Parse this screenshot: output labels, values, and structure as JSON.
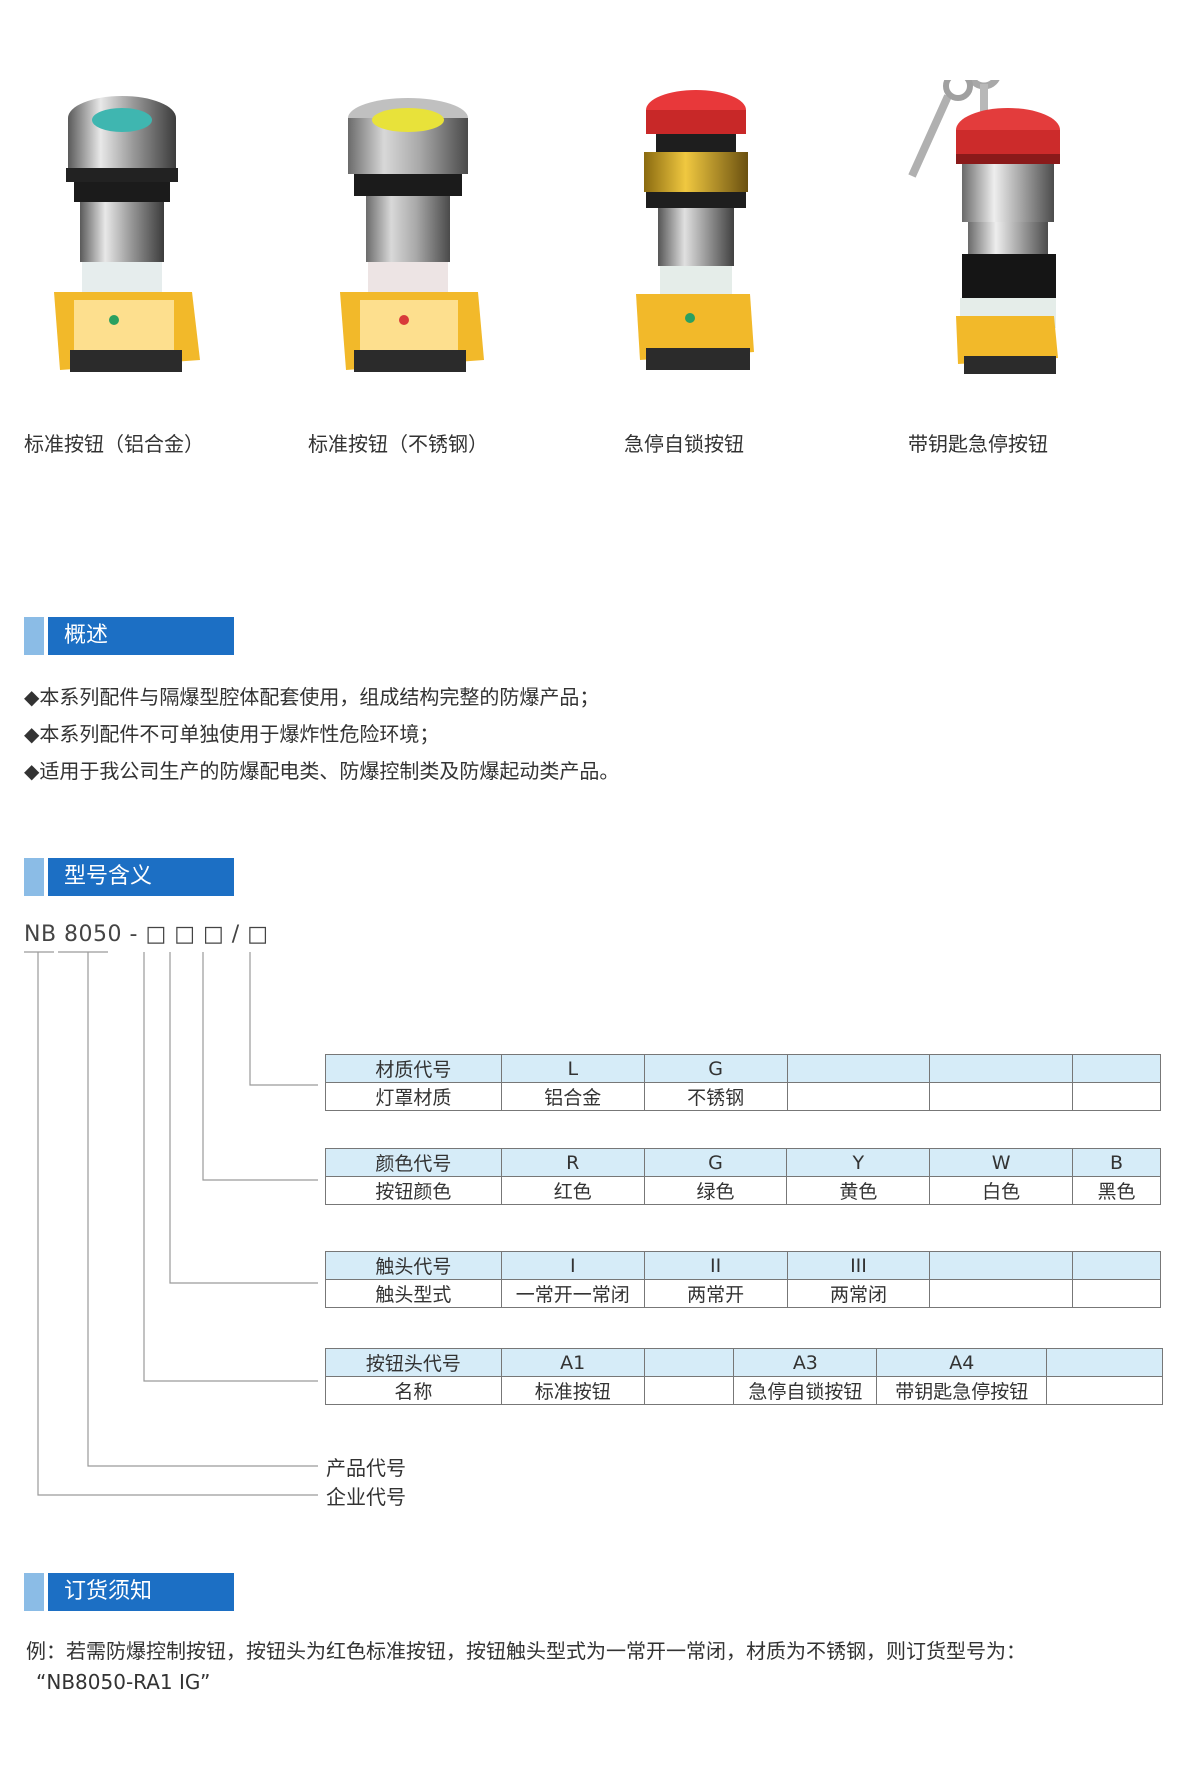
{
  "products": [
    {
      "caption": "标准按钮（铝合金）"
    },
    {
      "caption": "标准按钮（不锈钢）"
    },
    {
      "caption": "急停自锁按钮"
    },
    {
      "caption": "带钥匙急停按钮"
    }
  ],
  "overview": {
    "title": "概述",
    "lines": [
      "◆本系列配件与隔爆型腔体配套使用，组成结构完整的防爆产品；",
      "◆本系列配件不可单独使用于爆炸性危险环境；",
      "◆适用于我公司生产的防爆配电类、防爆控制类及防爆起动类产品。"
    ]
  },
  "model": {
    "title": "型号含义",
    "code": "NB 8050 - □ □ □ / □",
    "tables": {
      "material": {
        "code_row": [
          "材质代号",
          "L",
          "G",
          "",
          "",
          ""
        ],
        "name_row": [
          "灯罩材质",
          "铝合金",
          "不锈钢",
          "",
          "",
          ""
        ]
      },
      "color": {
        "code_row": [
          "颜色代号",
          "R",
          "G",
          "Y",
          "W",
          "B"
        ],
        "name_row": [
          "按钮颜色",
          "红色",
          "绿色",
          "黄色",
          "白色",
          "黑色"
        ]
      },
      "contact": {
        "code_row": [
          "触头代号",
          "I",
          "II",
          "III",
          "",
          ""
        ],
        "name_row": [
          "触头型式",
          "一常开一常闭",
          "两常开",
          "两常闭",
          "",
          ""
        ]
      },
      "head": {
        "code_row": [
          "按钮头代号",
          "A1",
          "",
          "A3",
          "A4",
          ""
        ],
        "name_row": [
          "名称",
          "标准按钮",
          "",
          "急停自锁按钮",
          "带钥匙急停按钮",
          ""
        ]
      }
    },
    "product_code_label": "产品代号",
    "company_code_label": "企业代号"
  },
  "order": {
    "title": "订货须知",
    "line1": "例：若需防爆控制按钮，按钮头为红色标准按钮，按钮触头型式为一常开一常闭，材质为不锈钢，则订货型号为：",
    "line2": "“NB8050-RA1 IG”"
  },
  "colors": {
    "header_blue": "#1c6fc4",
    "header_light": "#8bbce6",
    "table_code_bg": "#d6ecf8"
  }
}
